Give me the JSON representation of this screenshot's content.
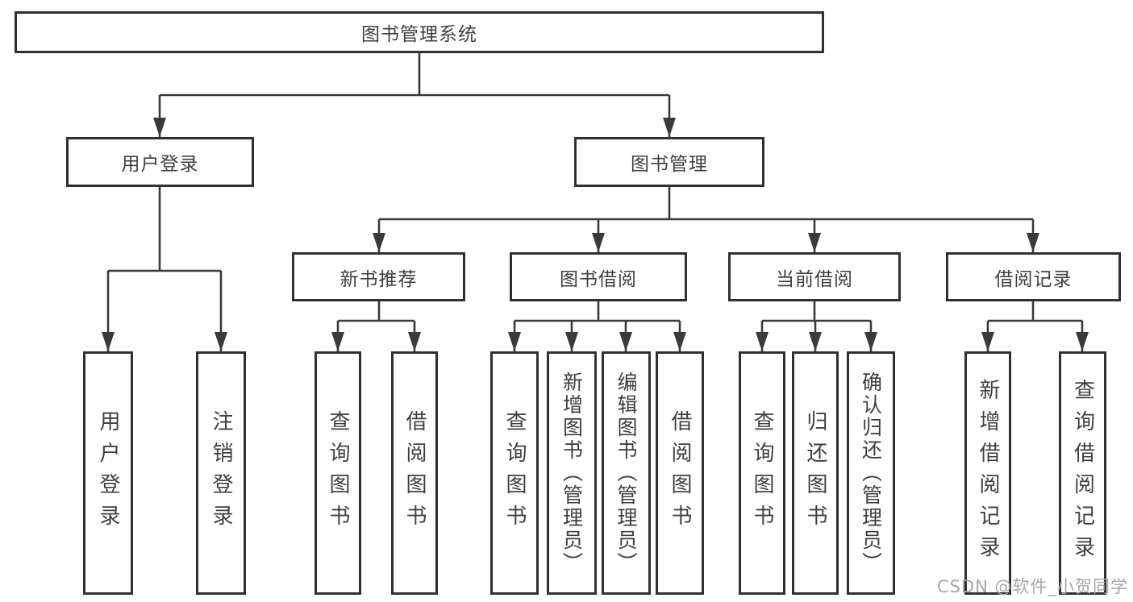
{
  "root": {
    "label": "图书管理系统"
  },
  "level2": [
    {
      "label": "用户登录"
    },
    {
      "label": "图书管理"
    }
  ],
  "level3": [
    {
      "label": "新书推荐"
    },
    {
      "label": "图书借阅"
    },
    {
      "label": "当前借阅"
    },
    {
      "label": "借阅记录"
    }
  ],
  "leaves": {
    "user_login": [
      "用户登录",
      "注销登录"
    ],
    "new_book": [
      "查询图书",
      "借阅图书"
    ],
    "book_borrow": [
      "查询图书",
      "新增图书（管理员）",
      "编辑图书（管理员）",
      "借阅图书"
    ],
    "current_borrow": [
      "查询图书",
      "归还图书",
      "确认归还（管理员）"
    ],
    "borrow_records": [
      "新增借阅记录",
      "查询借阅记录"
    ]
  },
  "watermark": "CSDN @软件_小贺同学",
  "colors": {
    "line": "#3a3a3a",
    "border": "#303030",
    "text": "#3f3f3f",
    "watermark": "#a6a6a8"
  }
}
